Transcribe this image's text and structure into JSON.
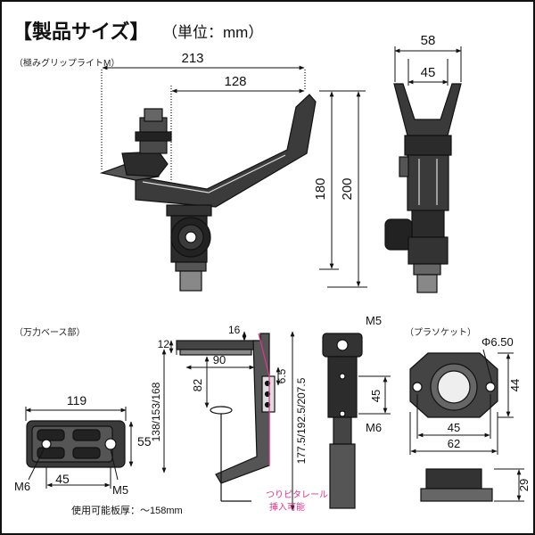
{
  "heading": {
    "title": "【製品サイズ】",
    "unit": "（単位：mm）"
  },
  "top_view": {
    "caption": "（極みグリップライトM）",
    "dim_width_total": "213",
    "dim_width_arm": "128",
    "dim_height_180": "180",
    "dim_height_200": "200",
    "dim_top_58": "58",
    "dim_top_45": "45"
  },
  "clamp_view": {
    "caption": "（万力ベース部）",
    "dim_119": "119",
    "dim_55": "55",
    "dim_45": "45",
    "label_m6": "M6",
    "label_m5": "M5",
    "dim_12": "12",
    "dim_16": "16",
    "dim_90": "90",
    "dim_82": "82",
    "dim_65": "6.5",
    "dim_138": "138/153/168",
    "dim_177": "177.5/192.5/207.5",
    "plate_note": "使用可能板厚：～158mm",
    "rail_note_1": "つりピタレール",
    "rail_note_2": "挿入可能",
    "side_m5": "M5",
    "side_45": "45",
    "side_m6": "M6",
    "rail_color": "#e0368c"
  },
  "socket_view": {
    "caption": "（プラソケット）",
    "dim_phi": "Φ6.50",
    "dim_44": "44",
    "dim_45": "45",
    "dim_62": "62",
    "dim_29": "29"
  }
}
